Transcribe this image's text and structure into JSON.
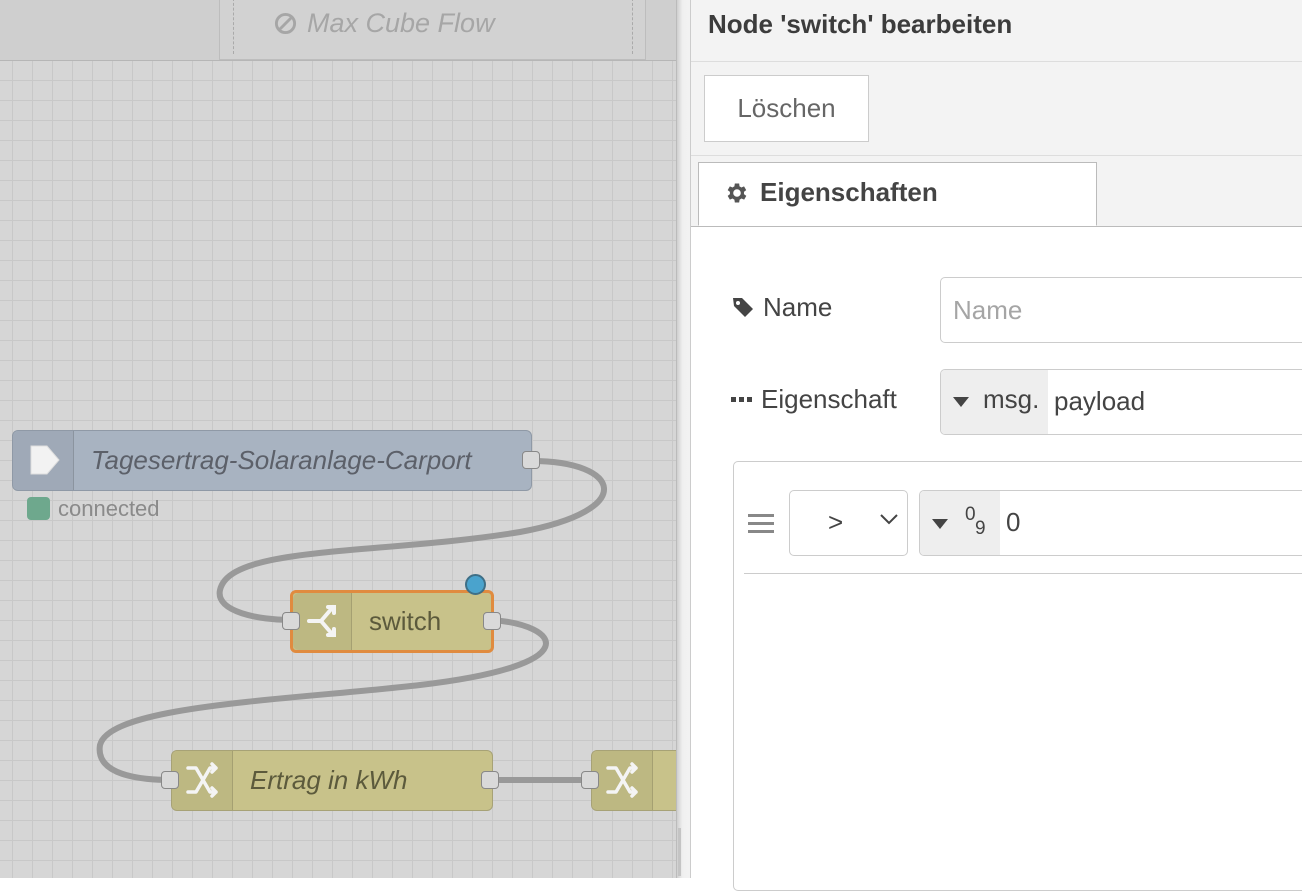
{
  "workspace": {
    "flow_tab": {
      "label": "Max Cube Flow"
    },
    "nodes": {
      "mqtt_in": {
        "label": "Tagesertrag-Solaranlage-Carport",
        "status": "connected"
      },
      "switch": {
        "label": "switch"
      },
      "change_ertrag": {
        "label": "Ertrag in kWh"
      }
    }
  },
  "editor": {
    "title": "Node 'switch' bearbeiten",
    "delete_label": "Löschen",
    "tab_label": "Eigenschaften",
    "name": {
      "label": "Name",
      "placeholder": "Name",
      "value": ""
    },
    "property": {
      "label": "Eigenschaft",
      "type": "msg.",
      "value": "payload"
    },
    "rule": {
      "operator": ">",
      "type_icon_top": "0",
      "type_icon_bottom": "9",
      "value": "0"
    }
  },
  "colors": {
    "link_in_node": "#a8b3c1",
    "function_node": "#c8c28a",
    "selected_border": "#e08b3f",
    "changed_indicator": "#4aa3cd",
    "status_connected": "#6ea88d"
  },
  "icons": [
    "forbidden-icon",
    "link-in-icon",
    "switch-icon",
    "shuffle-icon",
    "gear-icon",
    "tag-icon",
    "dots-icon",
    "drag-handle-icon",
    "caret-down-icon",
    "chevron-down-icon",
    "number-type-icon"
  ]
}
